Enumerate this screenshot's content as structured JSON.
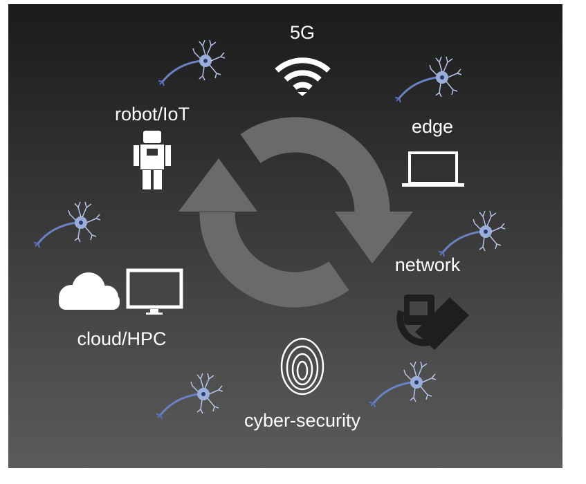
{
  "labels": {
    "fiveg": "5G",
    "robot": "robot/IoT",
    "edge": "edge",
    "network": "network",
    "cloud": "cloud/HPC",
    "security": "cyber-security"
  },
  "colors": {
    "cycle": "#6a6a6a",
    "neuron": "#8a9fd0",
    "icon": "#ffffff",
    "ethernet": "#1e1e1e"
  }
}
